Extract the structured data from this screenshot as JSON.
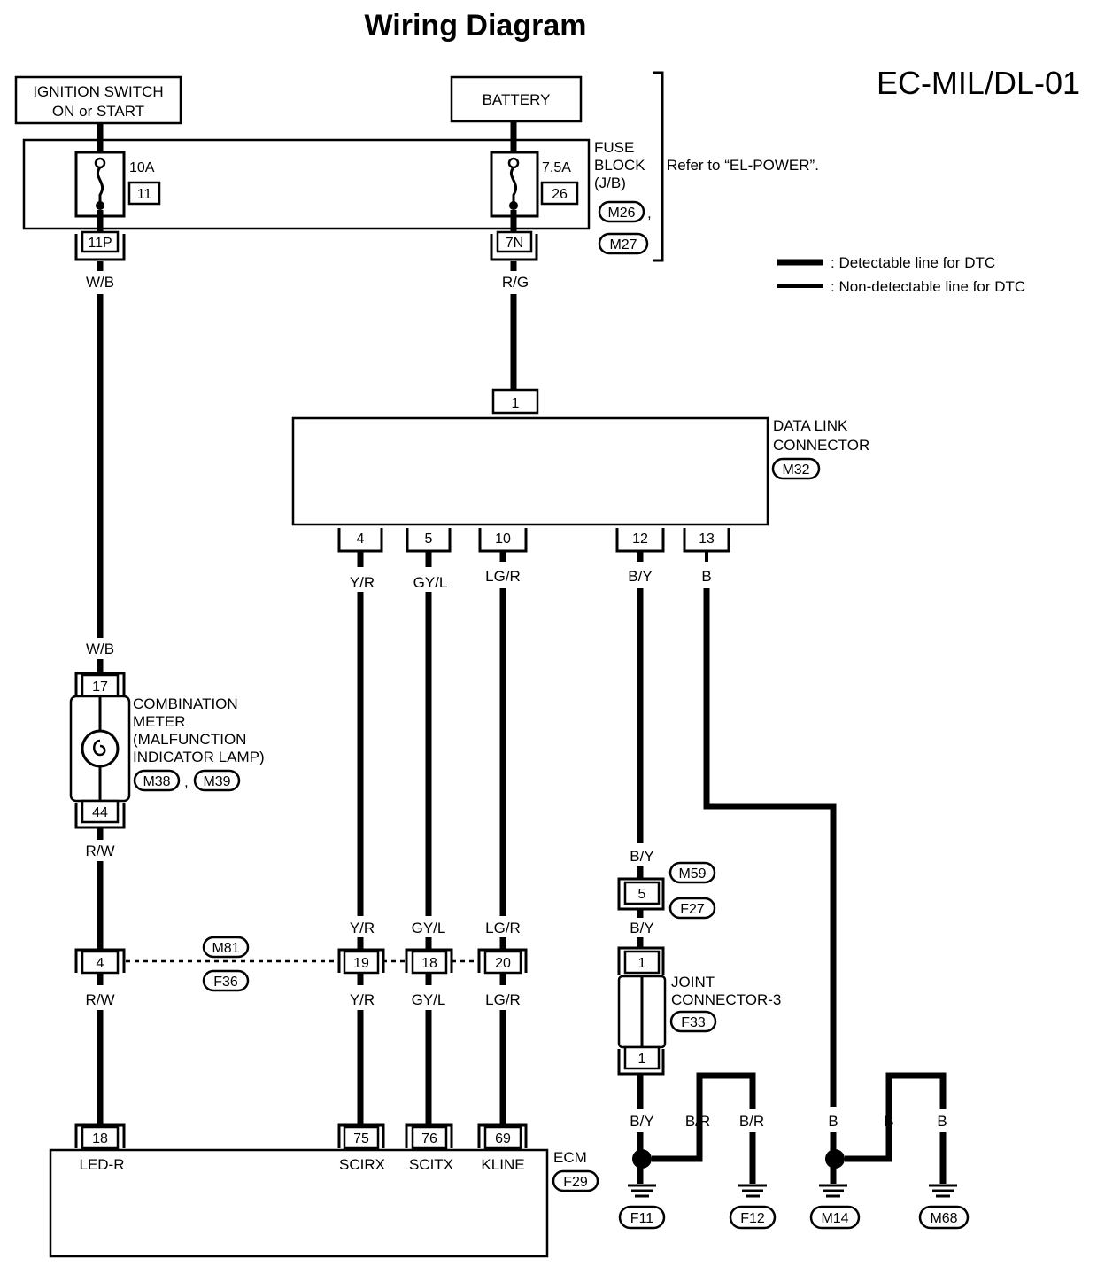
{
  "header": {
    "title": "Wiring Diagram",
    "code": "EC-MIL/DL-01"
  },
  "power": {
    "ignition_line1": "IGNITION SWITCH",
    "ignition_line2": "ON or START",
    "battery": "BATTERY",
    "fuse1_amp": "10A",
    "fuse1_num": "11",
    "fuse2_amp": "7.5A",
    "fuse2_num": "26",
    "fuse_block_line1": "FUSE",
    "fuse_block_line2": "BLOCK",
    "fuse_block_line3": "(J/B)",
    "fuse_block_conn1": "M26",
    "fuse_block_conn2": "M27",
    "comma": ",",
    "refer": "Refer to “EL-POWER”.",
    "pin_11p": "11P",
    "pin_7n": "7N"
  },
  "legend": {
    "detectable": ": Detectable line for DTC",
    "non_detectable": ": Non-detectable line for DTC"
  },
  "wires": {
    "wb": "W/B",
    "rg": "R/G",
    "rw": "R/W",
    "yr": "Y/R",
    "gyl": "GY/L",
    "lgr": "LG/R",
    "by": "B/Y",
    "b": "B",
    "br": "B/R"
  },
  "dlc": {
    "line1": "DATA LINK",
    "line2": "CONNECTOR",
    "conn": "M32",
    "pin_top": "1",
    "pins": [
      "4",
      "5",
      "10",
      "12",
      "13"
    ]
  },
  "meter": {
    "line1": "COMBINATION",
    "line2": "METER",
    "line3": "(MALFUNCTION",
    "line4": "INDICATOR LAMP)",
    "conn1": "M38",
    "conn2": "M39",
    "comma": ",",
    "pin_top": "17",
    "pin_bottom": "44"
  },
  "harness": {
    "conn1": "M81",
    "conn2": "F36",
    "pins": [
      "4",
      "19",
      "18",
      "20"
    ]
  },
  "m59": {
    "conn1": "M59",
    "conn2": "F27",
    "pin": "5"
  },
  "joint": {
    "line1": "JOINT",
    "line2": "CONNECTOR-3",
    "conn": "F33",
    "pin_top": "1",
    "pin_bottom": "1"
  },
  "ecm": {
    "label": "ECM",
    "conn": "F29",
    "pins": [
      "18",
      "75",
      "76",
      "69"
    ],
    "terminals": [
      "LED-R",
      "SCIRX",
      "SCITX",
      "KLINE"
    ]
  },
  "grounds": [
    "F11",
    "F12",
    "M14",
    "M68"
  ]
}
